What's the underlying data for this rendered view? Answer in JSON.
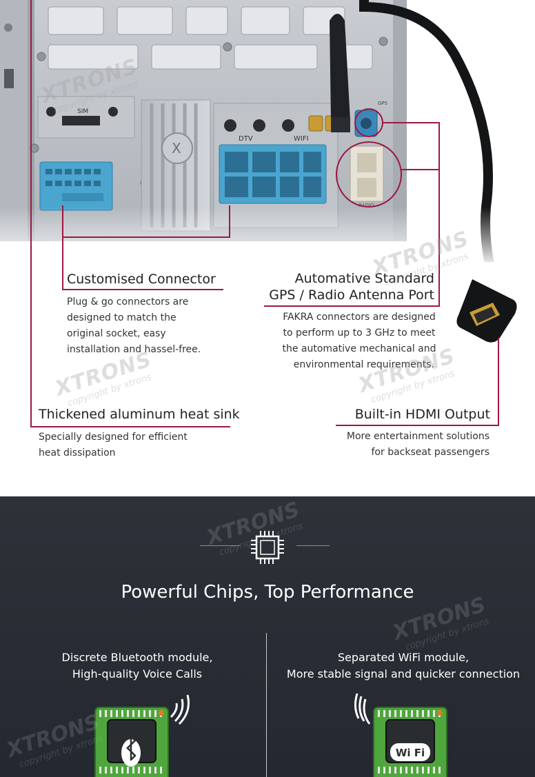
{
  "photo": {
    "labels": {
      "sim": "SIM",
      "dtv": "DTV",
      "wifi": "WIFI",
      "gps": "GPS",
      "radio": "RADIO"
    }
  },
  "callouts": {
    "connector": {
      "title": "Customised Connector",
      "desc": [
        "Plug & go connectors are",
        "designed to match the",
        "original socket, easy",
        "installation and hassel-free."
      ]
    },
    "antenna": {
      "title_line1": "Automative Standard",
      "title_line2": "GPS / Radio Antenna Port",
      "desc": [
        "FAKRA connectors are designed",
        "to perform up to 3 GHz to meet",
        "the automative mechanical and",
        "environmental requirements."
      ]
    },
    "heatsink": {
      "title": "Thickened aluminum heat sink",
      "desc": [
        "Specially designed for efficient",
        "heat dissipation"
      ]
    },
    "hdmi": {
      "title": "Built-in HDMI Output",
      "desc": [
        "More entertainment solutions",
        "for backseat passengers"
      ]
    }
  },
  "watermark": {
    "brand": "XTRONS",
    "sub": "copyright by xtrons"
  },
  "chips_section": {
    "headline": "Powerful Chips, Top Performance",
    "bluetooth": {
      "line1": "Discrete Bluetooth module,",
      "line2": "High-quality Voice Calls",
      "icon": "bluetooth-icon"
    },
    "wifi": {
      "line1": "Separated WiFi module,",
      "line2": "More stable signal and quicker connection",
      "icon_text": "Wi Fi"
    }
  },
  "colors": {
    "accent_line": "#9b1840",
    "dark_bg": "#2a2e35",
    "chip_green": "#4fa63c",
    "connector_blue": "#4aa5cf"
  }
}
